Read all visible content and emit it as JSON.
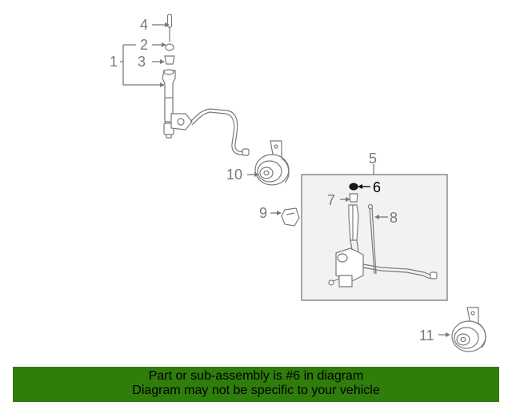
{
  "callouts": {
    "c1": "1",
    "c2": "2",
    "c3": "3",
    "c4": "4",
    "c5": "5",
    "c6": "6",
    "c7": "7",
    "c8": "8",
    "c9": "9",
    "c10": "10",
    "c11": "11"
  },
  "highlight_color": "#000000",
  "line_color": "#7a7a7a",
  "banner": {
    "color": "#2f7d0a",
    "line1": "Part or sub-assembly is #6 in diagram",
    "line2": "Diagram may not be specific to your vehicle"
  }
}
